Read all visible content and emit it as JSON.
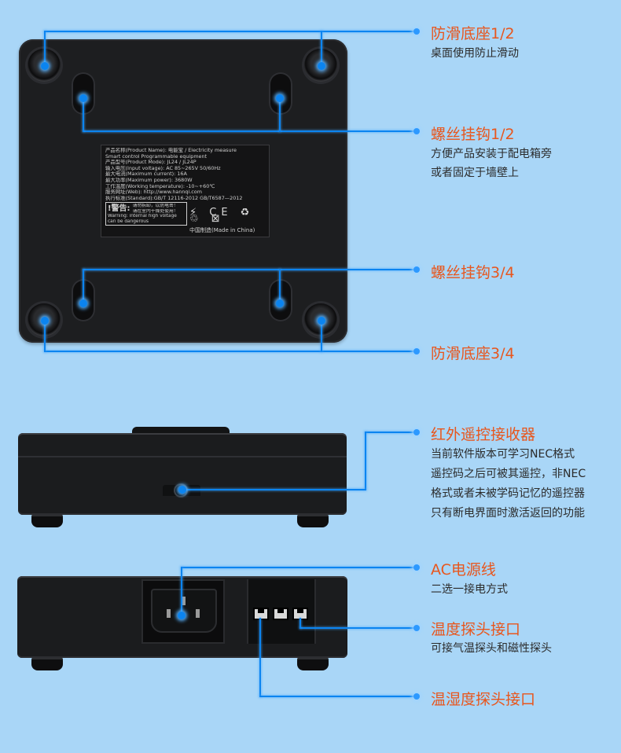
{
  "label": {
    "lines": [
      "产品名称(Product  Name): 电能宝 / Electricity measure",
      "Smart control Programmable equipment",
      "产品型号(Product  Mode): JL24 / JL24P",
      "输入电压(Input voltage): AC 85~265V  50/60Hz",
      "最大电流(Maximum current): 16A",
      "最大功率(Maximum power): 3680W",
      "工作温度(Working temperature): -10~+60℃",
      "服务网址(Web): http://www.hannqi.com",
      "执行标准(Standard):GB/T 12116-2012  GB/T6587—2012"
    ],
    "warning_title": "!警告:",
    "warning_cn": [
      "请勿拆卸，以防电击！",
      "请在室内干燥处使用！"
    ],
    "warning_en": [
      "Warning: internal high voltage",
      "can be dangerous"
    ],
    "cert_marks": "⚡ CE ♻ ♲ ⊠",
    "made_in": "中国制造(Made in China)"
  },
  "callouts": [
    {
      "title": "防滑底座1/2",
      "desc": [
        "桌面使用防止滑动"
      ]
    },
    {
      "title": "螺丝挂钩1/2",
      "desc": [
        "方便产品安装于配电箱旁",
        "或者固定于墙壁上"
      ]
    },
    {
      "title": "螺丝挂钩3/4",
      "desc": []
    },
    {
      "title": "防滑底座3/4",
      "desc": []
    },
    {
      "title": "红外遥控接收器",
      "desc": [
        "当前软件版本可学习NEC格式",
        "遥控码之后可被其遥控，非NEC",
        "格式或者未被学码记忆的遥控器",
        "只有断电界面时激活返回的功能"
      ]
    },
    {
      "title": "AC电源线",
      "desc": [
        "二选一接电方式"
      ]
    },
    {
      "title": "温度探头接口",
      "desc": [
        "可接气温探头和磁性探头"
      ]
    },
    {
      "title": "温湿度探头接口",
      "desc": []
    }
  ],
  "colors": {
    "background": "#a9d6f7",
    "accent": "#0b84f0",
    "title": "#e8561d"
  }
}
